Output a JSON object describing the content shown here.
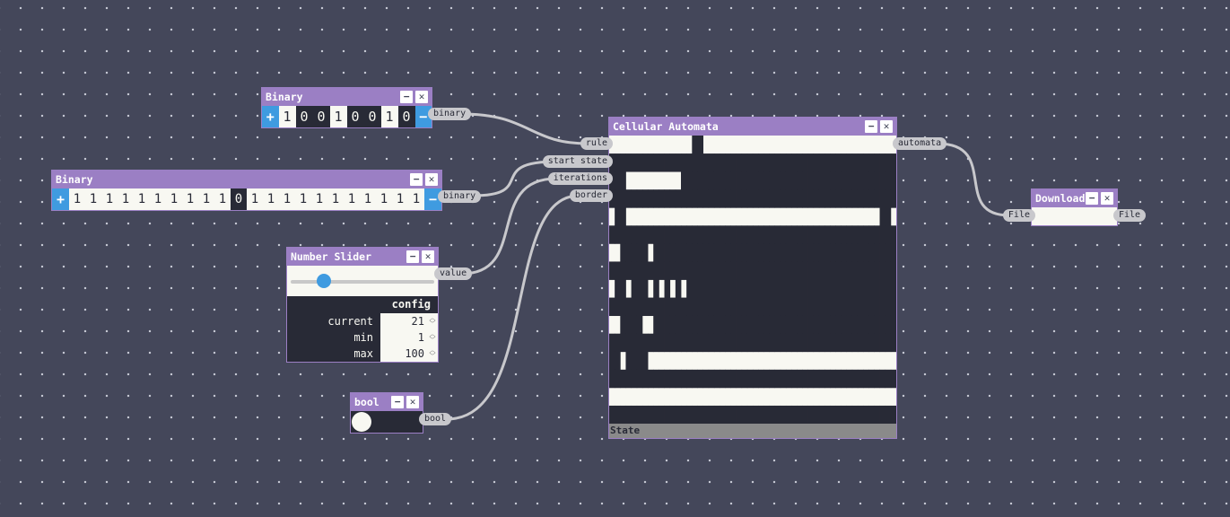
{
  "canvas": {
    "background": "#44475a",
    "accent": "#9b7fc4",
    "button_blue": "#3f9be0",
    "wire_color": "#c8c8cc"
  },
  "binary_rule": {
    "title": "Binary",
    "minimize_icon": "minimize-icon",
    "close_icon": "close-icon",
    "plus": "+",
    "minus": "−",
    "bits": [
      "1",
      "0",
      "0",
      "1",
      "0",
      "0",
      "1",
      "0"
    ],
    "output_port": "binary"
  },
  "binary_start": {
    "title": "Binary",
    "plus": "+",
    "minus": "−",
    "bits": [
      "1",
      "1",
      "1",
      "1",
      "1",
      "1",
      "1",
      "1",
      "1",
      "1",
      "0",
      "1",
      "1",
      "1",
      "1",
      "1",
      "1",
      "1",
      "1",
      "1",
      "1",
      "1"
    ],
    "output_port": "binary"
  },
  "number_slider": {
    "title": "Number Slider",
    "output_port": "value",
    "config_header": "config",
    "current_label": "current",
    "current_value": "21",
    "min_label": "min",
    "min_value": "1",
    "max_label": "max",
    "max_value": "100",
    "slider_value": 21,
    "slider_min": 1,
    "slider_max": 100
  },
  "bool_node": {
    "title": "bool",
    "output_port": "bool",
    "value": false
  },
  "cellular_automata": {
    "title": "Cellular Automata",
    "input_ports": [
      "rule",
      "start state",
      "iterations",
      "border"
    ],
    "output_port": "automata",
    "state_label": "State",
    "grid": [
      "1111111111111110011111111111111111111111111111111111",
      "0000000000000000000000000000000000000000000000000000",
      "0001111111111000000000000000000000000000000000000000",
      "0000000000000000000000000000000000000000000000000000",
      "1001111111111111111111111111111111111111111111111001",
      "0000000000000000000000000000000000000000000000000000",
      "1100000100000000000000000000000000000000000000000000",
      "0000000000000000000000000000000000000000000000000000",
      "1001000101010100000000000000000000000000000000000000",
      "0000000000000000000000000000000000000000000000000000",
      "1100001100000000000000000000000000000000000000000000",
      "0000000000000000000000000000000000000000000000000000",
      "0010000111111111111111111111111111111111111111111111",
      "0000000000000000000000000000000000000000000000000000",
      "1111111111111111111111111111111111111111111111111111",
      "0000000000000000000000000000000000000000000000000000"
    ]
  },
  "download": {
    "title": "Download",
    "input_port": "File",
    "output_port": "File"
  }
}
